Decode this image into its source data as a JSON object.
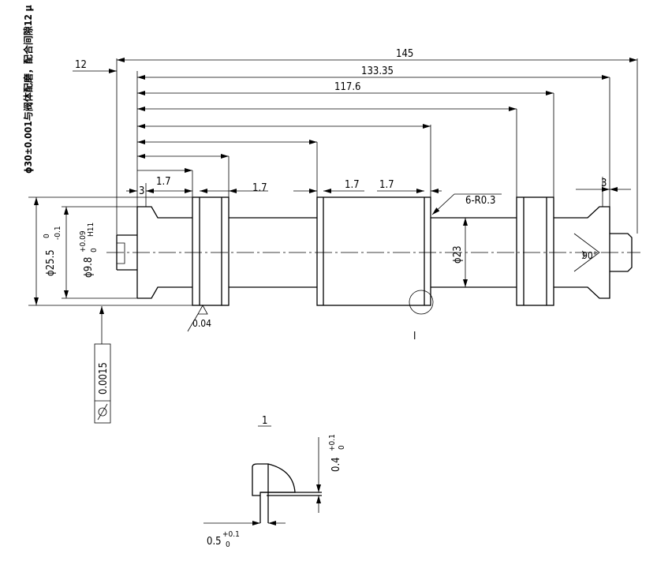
{
  "dimensions": {
    "overall_length": "145",
    "length_133": "133.35",
    "length_117": "117.6",
    "left_offset": "12",
    "groove_width_1": "1.7",
    "groove_width_2": "1.7",
    "groove_width_3": "1.7",
    "groove_width_4": "1.7",
    "left_step": "3",
    "right_step": "3",
    "fillet_note": "6-R0.3",
    "journal_diameter": "ϕ23",
    "outer_diameter_base": "ϕ25.5",
    "outer_diameter_upper": "0",
    "outer_diameter_lower": "-0.1",
    "bore_base": "ϕ9.8",
    "bore_upper": "+0.09",
    "bore_fit": "H11",
    "bore_lower": "0",
    "center_angle": "90°",
    "flatness": "0.04",
    "side_note": "ϕ30±0.001与阀体配磨，配合间隙12 μ"
  },
  "tolerance_frame": {
    "symbol": "cylindricity",
    "value": "0.0015"
  },
  "detail": {
    "callout_label": "I",
    "view_label": "1",
    "width_base": "0.5",
    "width_upper": "+0.1",
    "width_lower": "0",
    "depth_base": "0.4",
    "depth_upper": "+0.1",
    "depth_lower": "0"
  }
}
